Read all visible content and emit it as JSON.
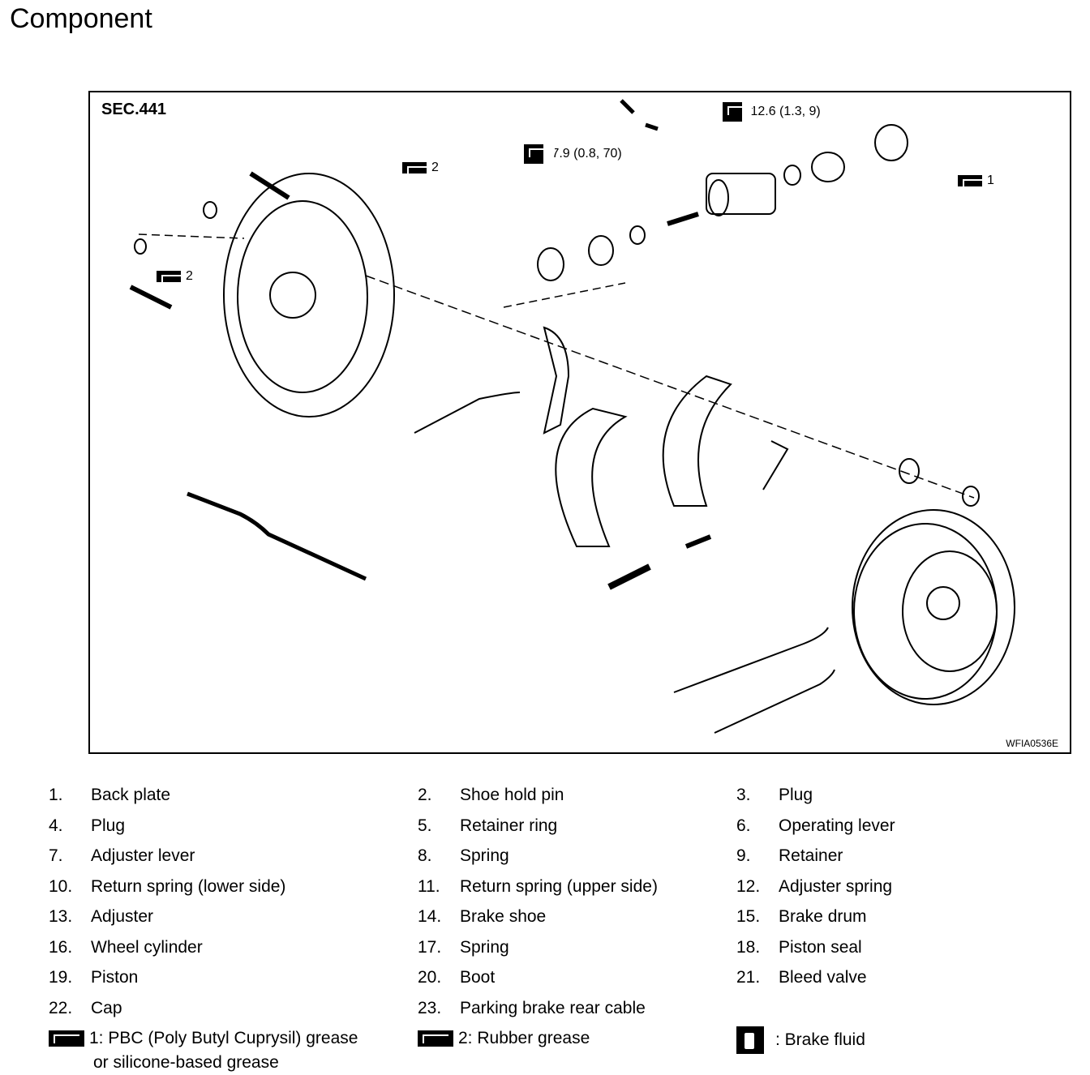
{
  "title": "Component",
  "section": "SEC.441",
  "figure_code": "WFIA0536E",
  "torque_12_6": "12.6 (1.3, 9)",
  "torque_7_9": "7.9 (0.8, 70)",
  "grease1": "1",
  "grease2": "2",
  "legend_items": [
    {
      "n": "1.",
      "label": "Back plate"
    },
    {
      "n": "2.",
      "label": "Shoe hold pin"
    },
    {
      "n": "3.",
      "label": "Plug"
    },
    {
      "n": "4.",
      "label": "Plug"
    },
    {
      "n": "5.",
      "label": "Retainer ring"
    },
    {
      "n": "6.",
      "label": "Operating lever"
    },
    {
      "n": "7.",
      "label": "Adjuster lever"
    },
    {
      "n": "8.",
      "label": "Spring"
    },
    {
      "n": "9.",
      "label": "Retainer"
    },
    {
      "n": "10.",
      "label": "Return spring (lower side)"
    },
    {
      "n": "11.",
      "label": "Return spring (upper side)"
    },
    {
      "n": "12.",
      "label": "Adjuster spring"
    },
    {
      "n": "13.",
      "label": "Adjuster"
    },
    {
      "n": "14.",
      "label": "Brake shoe"
    },
    {
      "n": "15.",
      "label": "Brake drum"
    },
    {
      "n": "16.",
      "label": "Wheel cylinder"
    },
    {
      "n": "17.",
      "label": "Spring"
    },
    {
      "n": "18.",
      "label": "Piston seal"
    },
    {
      "n": "19.",
      "label": "Piston"
    },
    {
      "n": "20.",
      "label": "Boot"
    },
    {
      "n": "21.",
      "label": "Bleed valve"
    },
    {
      "n": "22.",
      "label": "Cap"
    },
    {
      "n": "23.",
      "label": "Parking brake rear cable"
    }
  ],
  "key": {
    "grease1_line1": "1: PBC (Poly Butyl Cuprysil) grease",
    "grease1_line2": "or silicone-based grease",
    "grease2": "2: Rubber grease",
    "fluid": ": Brake fluid"
  }
}
